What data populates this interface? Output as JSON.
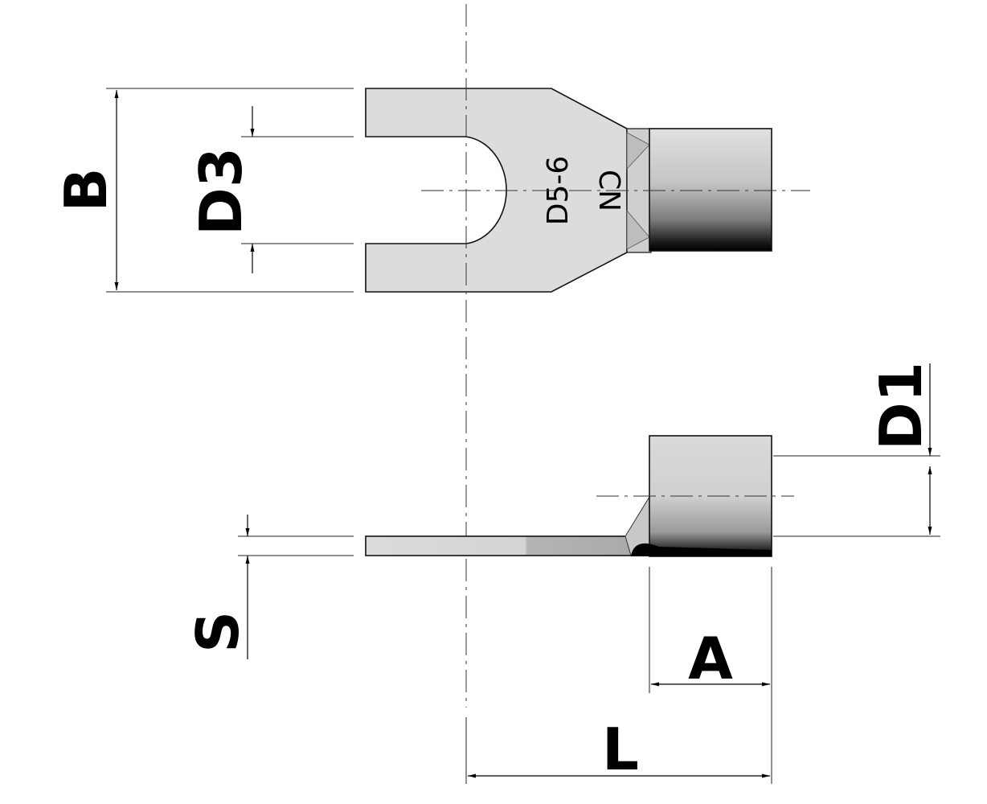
{
  "drawing": {
    "part_marking": {
      "line1": "D5-6",
      "line2": "CN"
    },
    "dimensions": {
      "width_outer": "B",
      "slot_width": "D3",
      "barrel_diameter": "D1",
      "thickness": "S",
      "barrel_length": "A",
      "total_length": "L"
    },
    "colors": {
      "tongue_fill": "#dcdcdc",
      "barrel_highlight": "#f2f2f2",
      "barrel_shadow": "#000000",
      "line": "#111111"
    }
  }
}
